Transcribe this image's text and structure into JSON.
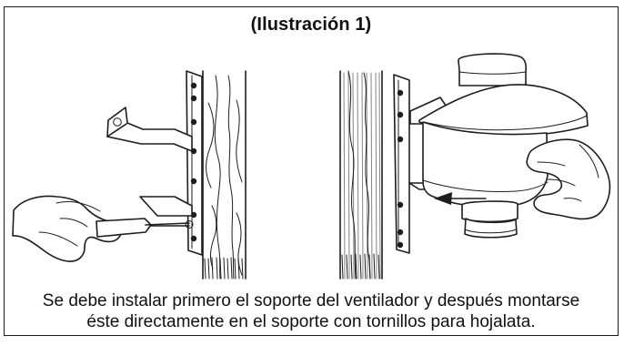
{
  "figure": {
    "title": "(Ilustración 1)",
    "caption_lines": [
      "Se debe instalar primero el soporte del ventilador y después montarse",
      "éste directamente en el soporte con tornillos para hojalata."
    ]
  },
  "icons": {
    "direction_arrow": "arrow-left-icon"
  }
}
